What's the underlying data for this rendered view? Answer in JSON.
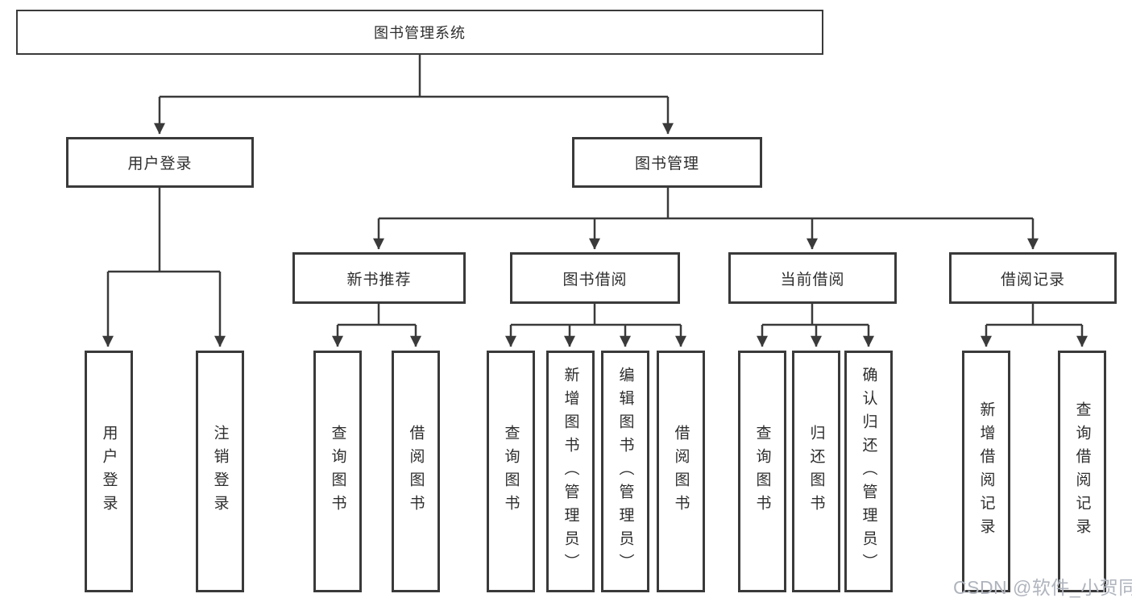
{
  "diagram": {
    "title_node": {
      "label": "图书管理系统"
    },
    "branches": {
      "user_login": {
        "label": "用户登录"
      },
      "book_mgmt": {
        "label": "图书管理"
      }
    },
    "modules": {
      "new_books": {
        "label": "新书推荐"
      },
      "book_borrow": {
        "label": "图书借阅"
      },
      "current_borrow": {
        "label": "当前借阅"
      },
      "borrow_records": {
        "label": "借阅记录"
      }
    },
    "leaves": {
      "user_login": [
        {
          "label": "用户登录"
        },
        {
          "label": "注销登录"
        }
      ],
      "new_books": [
        {
          "label": "查询图书"
        },
        {
          "label": "借阅图书"
        }
      ],
      "book_borrow": [
        {
          "label": "查询图书"
        },
        {
          "label": "新增图书（管理员）"
        },
        {
          "label": "编辑图书（管理员）"
        },
        {
          "label": "借阅图书"
        }
      ],
      "current_borrow": [
        {
          "label": "查询图书"
        },
        {
          "label": "归还图书"
        },
        {
          "label": "确认归还（管理员）"
        }
      ],
      "borrow_records": [
        {
          "label": "新增借阅记录"
        },
        {
          "label": "查询借阅记录"
        }
      ]
    }
  },
  "watermark": {
    "text": "CSDN @软件_小贺同学"
  },
  "colors": {
    "line": "#3a3a3a",
    "text": "#2e2e2e",
    "watermark": "#afb4bd",
    "background": "#ffffff"
  }
}
